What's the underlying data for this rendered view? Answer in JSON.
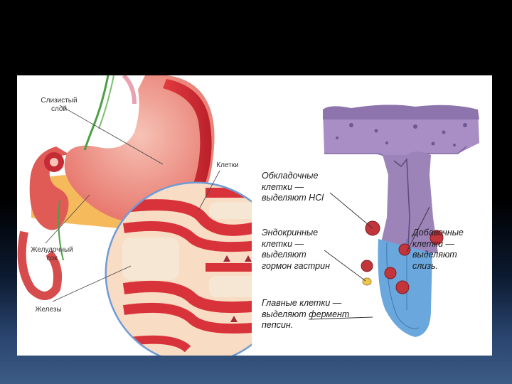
{
  "slide": {
    "background_top": "#000000",
    "background_bottom": "#3c5b85"
  },
  "left_figure": {
    "labels": {
      "mucous_layer": "Слизистый\nслой",
      "cells": "Клетки",
      "gastric_juice": "Желудочный\nсок",
      "glands": "Железы"
    },
    "colors": {
      "tissue_red": "#d8333a",
      "tissue_pink": "#f3b3a4",
      "gland_cream": "#f8dcc4",
      "fat_yellow": "#f4b24a",
      "lens_border": "#6f9bd6"
    }
  },
  "right_figure": {
    "labels": {
      "parietal": "Обкладочные\nклетки —\nвыделяют HCl",
      "endocrine": "Эндокринные\nклетки —\nвыделяют\nгормон гастрин",
      "chief": "Главные клетки —\nвыделяют фермент\nпепсин.",
      "accessory": "Добавочные\nклетки —\nвыделяют\nслизь."
    },
    "colors": {
      "surface_purple": "#9c83b8",
      "gland_blue": "#6aa7dc",
      "parietal_red": "#c2353a",
      "endocrine_yellow": "#f0c64a"
    }
  }
}
